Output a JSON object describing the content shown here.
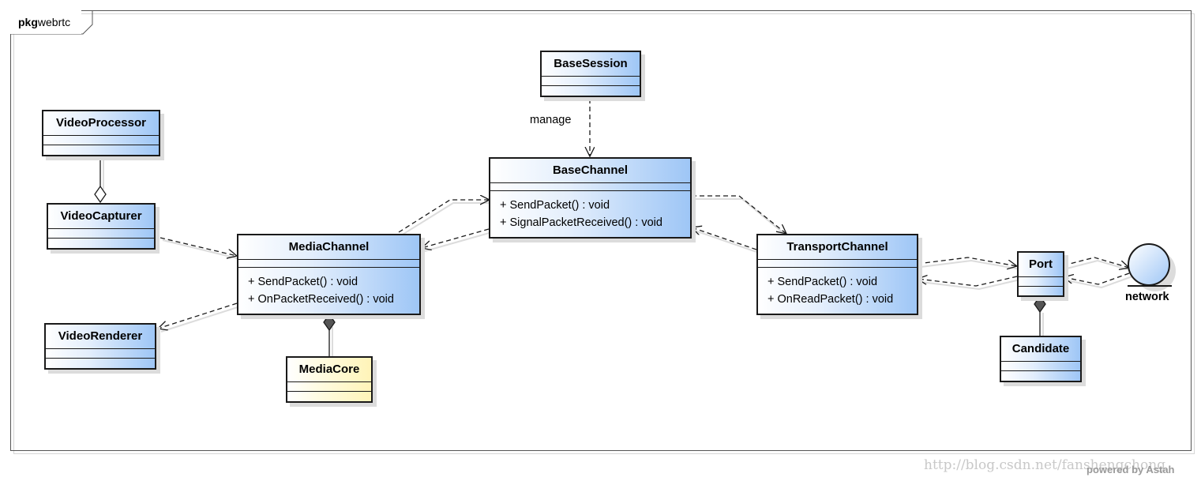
{
  "package": {
    "keyword": "pkg",
    "name": "webrtc"
  },
  "classes": {
    "video_processor": {
      "name": "VideoProcessor"
    },
    "video_capturer": {
      "name": "VideoCapturer"
    },
    "video_renderer": {
      "name": "VideoRenderer"
    },
    "media_channel": {
      "name": "MediaChannel",
      "operations": [
        "+ SendPacket() : void",
        "+ OnPacketReceived() : void"
      ]
    },
    "media_core": {
      "name": "MediaCore"
    },
    "base_session": {
      "name": "BaseSession"
    },
    "base_channel": {
      "name": "BaseChannel",
      "operations": [
        "+ SendPacket() : void",
        "+ SignalPacketReceived() : void"
      ]
    },
    "transport_channel": {
      "name": "TransportChannel",
      "operations": [
        "+ SendPacket() : void",
        "+ OnReadPacket() : void"
      ]
    },
    "port": {
      "name": "Port"
    },
    "candidate": {
      "name": "Candidate"
    }
  },
  "actor": {
    "name": "network"
  },
  "relations": {
    "manage_label": "manage"
  },
  "colors": {
    "class_fill_end": "#9ec6f6",
    "core_fill_end": "#fff4b8",
    "line": "#1a1a1a",
    "shadow": "#dcdcdc"
  },
  "watermark": "http://blog.csdn.net/fanshengchong",
  "powered_by": "powered by Astah"
}
